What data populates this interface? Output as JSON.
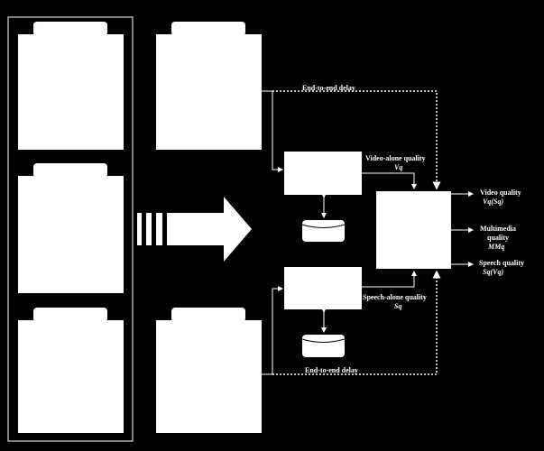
{
  "labels": {
    "delay_top": "End-to-end delay",
    "delay_bottom": "End-to-end delay",
    "video_alone_title": "Video-alone quality",
    "video_alone_symbol": "Vq",
    "speech_alone_title": "Speech-alone quality",
    "speech_alone_symbol": "Sq",
    "video_quality_title": "Video quality",
    "video_quality_symbol": "Vq(Sq)",
    "multimedia_title_1": "Multimedia",
    "multimedia_title_2": "quality",
    "multimedia_symbol": "MMq",
    "speech_quality_title": "Speech quality",
    "speech_quality_symbol": "Sq(Vq)"
  },
  "colors": {
    "background": "#000000",
    "foreground": "#ffffff"
  }
}
